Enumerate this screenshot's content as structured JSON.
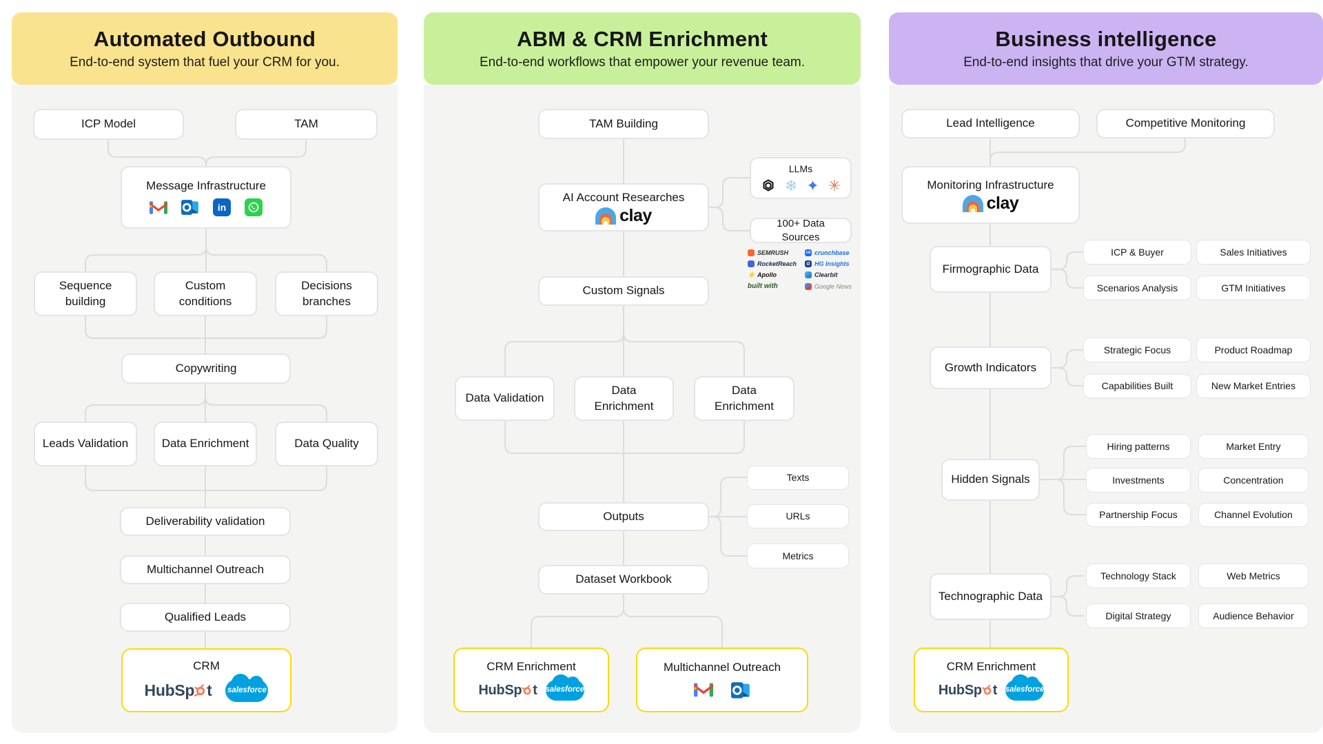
{
  "colors": {
    "header_yellow": "#FAE38E",
    "header_green": "#C8F09B",
    "header_purple": "#CCB4F2",
    "panel_background": "#F4F4F2",
    "node_border": "#E4E4E4",
    "connector_line": "#DCDCDC",
    "highlight_border": "#FFD908",
    "hubspot_orange": "#FF7A59",
    "salesforce_blue": "#00A1E0"
  },
  "p1": {
    "title": "Automated Outbound",
    "subtitle": "End-to-end system that fuel your CRM for you.",
    "icp_model": "ICP Model",
    "tam": "TAM",
    "message_infrastructure": "Message Infrastructure",
    "message_channels": [
      "gmail-icon",
      "outlook-icon",
      "linkedin-icon",
      "whatsapp-icon"
    ],
    "sequence_building": "Sequence building",
    "custom_conditions": "Custom conditions",
    "decisions_branches": "Decisions branches",
    "copywriting": "Copywriting",
    "leads_validation": "Leads Validation",
    "data_enrichment": "Data Enrichment",
    "data_quality": "Data Quality",
    "deliverability_validation": "Deliverability validation",
    "multichannel_outreach": "Multichannel Outreach",
    "qualified_leads": "Qualified Leads",
    "crm": "CRM",
    "crm_logos": [
      "hubspot-logo",
      "salesforce-logo"
    ]
  },
  "p2": {
    "title": "ABM & CRM Enrichment",
    "subtitle": "End-to-end workflows that empower your revenue team.",
    "tam_building": "TAM Building",
    "ai_account_researches": "AI Account Researches",
    "ai_tool": "clay",
    "llms": "LLMs",
    "llm_icons": [
      "openai-icon",
      "snowflake-ai-icon",
      "gemini-icon",
      "anthropic-icon"
    ],
    "data_sources": "100+ Data Sources",
    "sources": [
      "SEMRUSH",
      "crunchbase",
      "RocketReach",
      "HG Insights",
      "Apollo",
      "Clearbit",
      "built with",
      "Google News"
    ],
    "custom_signals": "Custom Signals",
    "data_validation": "Data Validation",
    "data_enrichment_1": "Data Enrichment",
    "data_enrichment_2": "Data Enrichment",
    "outputs": "Outputs",
    "texts": "Texts",
    "urls": "URLs",
    "metrics": "Metrics",
    "dataset_workbook": "Dataset Workbook",
    "crm_enrichment": "CRM Enrichment",
    "multichannel_outreach": "Multichannel Outreach",
    "outreach_channels": [
      "gmail-icon",
      "outlook-icon"
    ]
  },
  "p3": {
    "title": "Business intelligence",
    "subtitle": "End-to-end insights that drive your GTM strategy.",
    "lead_intelligence": "Lead Intelligence",
    "competitive_monitoring": "Competitive Monitoring",
    "monitoring_infrastructure": "Monitoring Infrastructure",
    "monitoring_tool": "clay",
    "firmographic_data": "Firmographic Data",
    "icp_buyer": "ICP & Buyer",
    "sales_initiatives": "Sales Initiatives",
    "scenarios_analysis": "Scenarios Analysis",
    "gtm_initiatives": "GTM Initiatives",
    "growth_indicators": "Growth Indicators",
    "strategic_focus": "Strategic Focus",
    "product_roadmap": "Product Roadmap",
    "capabilities_built": "Capabilities Built",
    "new_market_entries": "New Market Entries",
    "hidden_signals": "Hidden Signals",
    "hiring_patterns": "Hiring patterns",
    "market_entry": "Market Entry",
    "investments": "Investments",
    "concentration": "Concentration",
    "partnership_focus": "Partnership Focus",
    "channel_evolution": "Channel Evolution",
    "technographic_data": "Technographic Data",
    "technology_stack": "Technology Stack",
    "web_metrics": "Web Metrics",
    "digital_strategy": "Digital Strategy",
    "audience_behavior": "Audience Behavior",
    "crm_enrichment": "CRM Enrichment"
  },
  "brands": {
    "clay": "clay",
    "hubspot_a": "HubSp",
    "hubspot_b": "t",
    "salesforce": "salesforce",
    "linkedin_glyph": "in",
    "crunchbase_glyph": "cb",
    "hg_glyph": "G"
  }
}
